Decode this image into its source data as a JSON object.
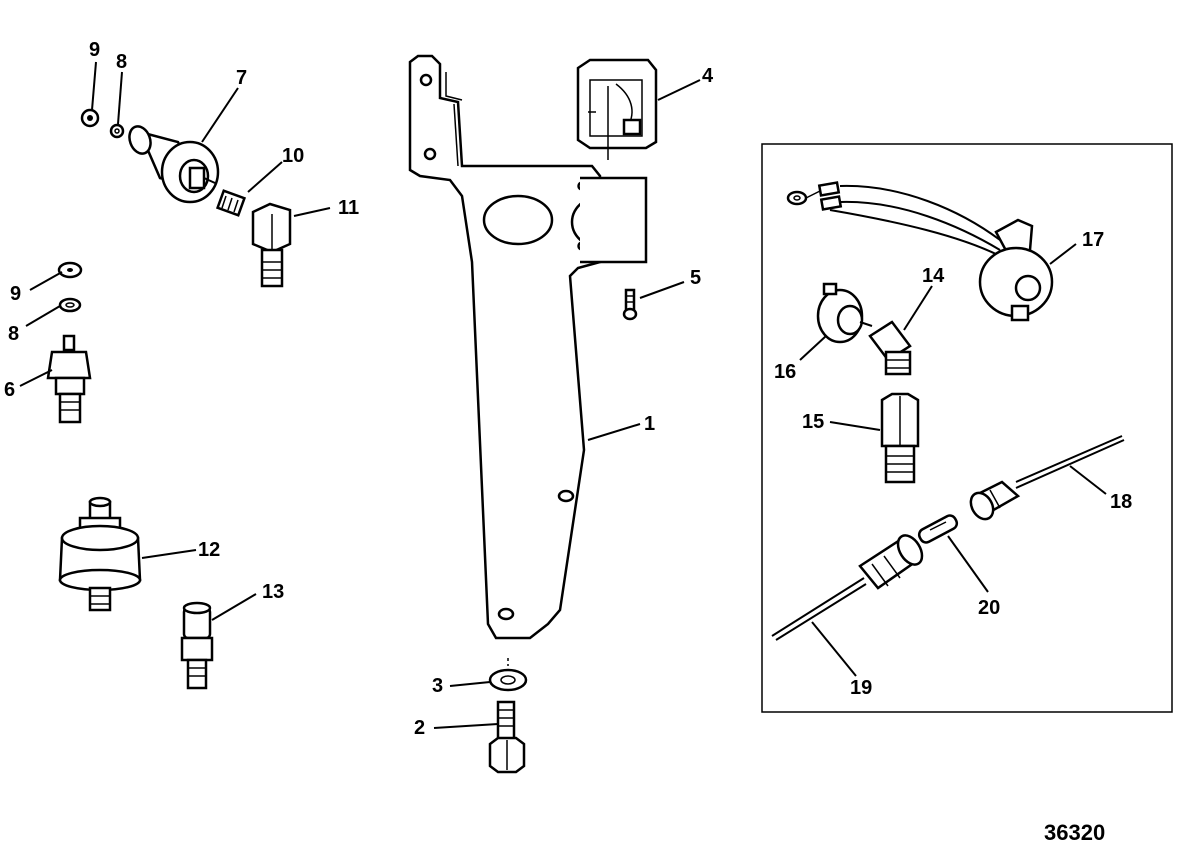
{
  "figure_number": "36320",
  "callouts": {
    "c1": "1",
    "c2": "2",
    "c3": "3",
    "c4": "4",
    "c5": "5",
    "c6": "6",
    "c7": "7",
    "c8a": "8",
    "c8b": "8",
    "c9a": "9",
    "c9b": "9",
    "c10": "10",
    "c11": "11",
    "c12": "12",
    "c13": "13",
    "c14": "14",
    "c15": "15",
    "c16": "16",
    "c17": "17",
    "c18": "18",
    "c19": "19",
    "c20": "20"
  }
}
